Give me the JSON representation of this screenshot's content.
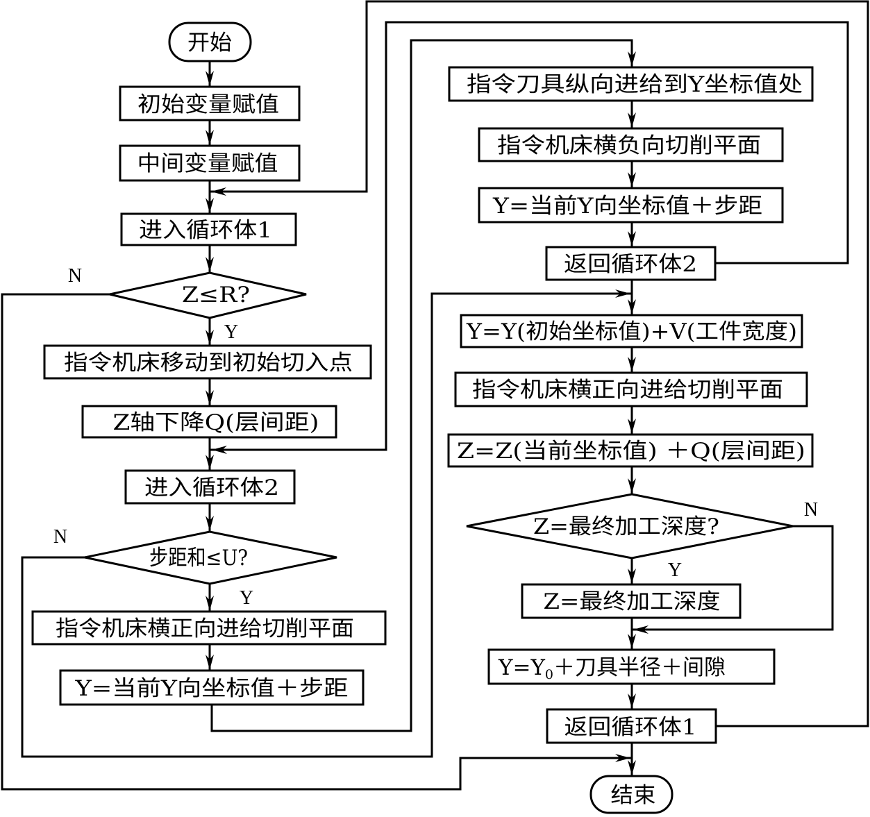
{
  "diagram": {
    "nodes": {
      "start": "开始",
      "init_vars": "初始变量赋值",
      "mid_vars": "中间变量赋值",
      "enter_loop1": "进入循环体1",
      "cond_z_le_r": "Z≤R?",
      "move_to_start_point": "指令机床移动到初始切入点",
      "z_down_q": "Z轴下降Q(层间距)",
      "enter_loop2": "进入循环体2",
      "cond_step_sum_le_u": "步距和≤U?",
      "feed_positive_left": "指令机床横正向进给切削平面",
      "y_add_step_left": "Y=当前Y向坐标值＋步距",
      "tool_feed_to_y": "指令刀具纵向进给到Y坐标值处",
      "cut_negative": "指令机床横负向切削平面",
      "y_add_step_right": "Y=当前Y向坐标值＋步距",
      "return_loop2": "返回循环体2",
      "y_reset": "Y=Y(初始坐标值)+V(工件宽度)",
      "feed_positive_right": "指令机床横正向进给切削平面",
      "z_update": "Z=Z(当前坐标值) ＋Q(层间距)",
      "cond_final_depth": "Z=最终加工深度?",
      "z_set_final": "Z=最终加工深度",
      "y_offset": {
        "pre": "Y=Y",
        "sub": "0",
        "post": "＋刀具半径＋间隙"
      },
      "return_loop1": "返回循环体1",
      "end": "结束"
    },
    "branch_labels": {
      "z_le_r_no": "N",
      "z_le_r_yes": "Y",
      "step_sum_no": "N",
      "step_sum_yes": "Y",
      "final_depth_no": "N",
      "final_depth_yes": "Y"
    }
  }
}
